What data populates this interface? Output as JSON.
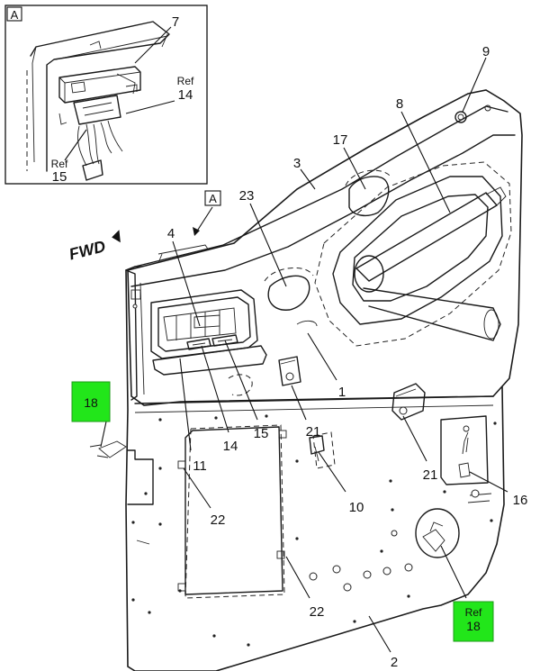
{
  "figure": {
    "background": "#ffffff",
    "highlight_color": "#22e61a",
    "detail_view": {
      "label": "A"
    },
    "view_marker": {
      "label": "A"
    },
    "direction_label": "FWD",
    "callouts": [
      {
        "id": "c7",
        "text": "7"
      },
      {
        "id": "c14r",
        "text": "Ref",
        "sub": "14"
      },
      {
        "id": "c15r",
        "text": "Ref",
        "sub": "15"
      },
      {
        "id": "c9",
        "text": "9"
      },
      {
        "id": "c8",
        "text": "8"
      },
      {
        "id": "c17",
        "text": "17"
      },
      {
        "id": "c3",
        "text": "3"
      },
      {
        "id": "c23",
        "text": "23"
      },
      {
        "id": "c4",
        "text": "4"
      },
      {
        "id": "c1",
        "text": "1"
      },
      {
        "id": "c21a",
        "text": "21"
      },
      {
        "id": "c15",
        "text": "15"
      },
      {
        "id": "c14",
        "text": "14"
      },
      {
        "id": "c11",
        "text": "11"
      },
      {
        "id": "c10",
        "text": "10"
      },
      {
        "id": "c21b",
        "text": "21"
      },
      {
        "id": "c16",
        "text": "16"
      },
      {
        "id": "c22a",
        "text": "22"
      },
      {
        "id": "c22b",
        "text": "22"
      },
      {
        "id": "c2",
        "text": "2"
      }
    ],
    "green_labels": [
      {
        "id": "g18",
        "text": "18"
      },
      {
        "id": "g18ref",
        "text": "Ref",
        "sub": "18"
      }
    ]
  }
}
